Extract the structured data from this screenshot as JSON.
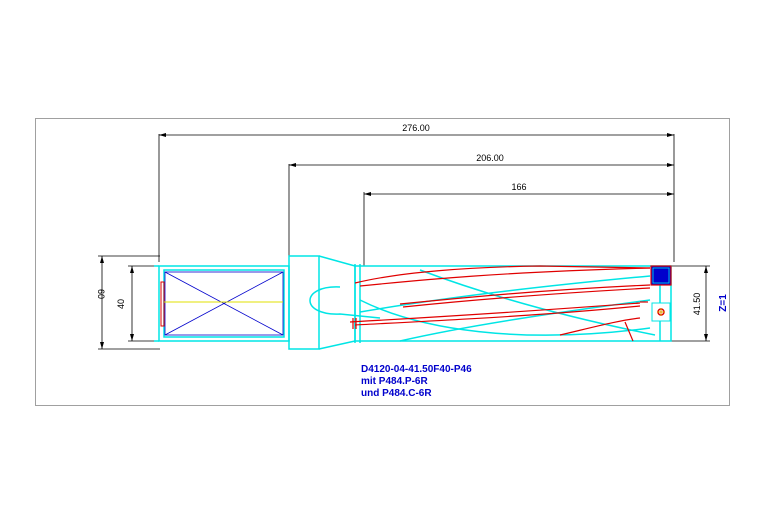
{
  "dimensions": {
    "total_length": "276.00",
    "mid_length": "206.00",
    "short_length": "166",
    "diameter_outer": "60",
    "diameter_shank": "40",
    "diameter_drill": "41.50"
  },
  "teeth": "Z=1",
  "designation": {
    "line1": "D4120-04-41.50F40-P46",
    "line2": "mit P484.P-6R",
    "line3": "und P484.C-6R"
  },
  "colors": {
    "frame": "#a0a0a0",
    "body": "#00e5e5",
    "flute": "#e00000",
    "dim": "#000000",
    "text": "#0000cc",
    "axis": "#e0e000",
    "insert": "#0000cc"
  }
}
